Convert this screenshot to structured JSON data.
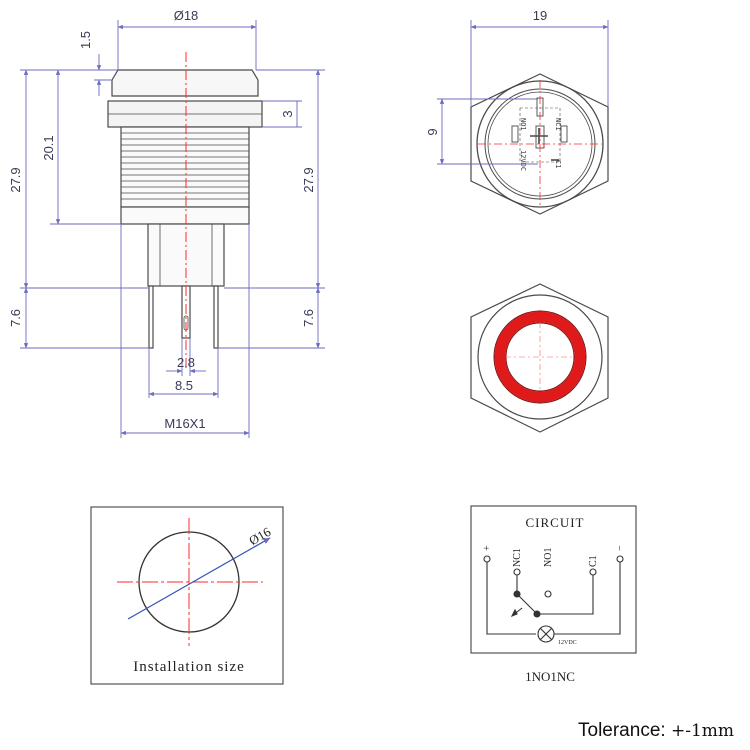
{
  "side_view": {
    "dia_label": "Ø18",
    "flange_label": "1.5",
    "nut_label": "3",
    "thread_len_label": "20.1",
    "body_len_left": "27.9",
    "body_len_right": "27.9",
    "pin_len_left": "7.6",
    "pin_len_right": "7.6",
    "pin_width_label": "2.8",
    "pin_span_label": "8.5",
    "thread_label": "M16X1"
  },
  "rear_view": {
    "width_label": "19",
    "height_label": "9",
    "terminal_codes": [
      "NO1",
      "NC1",
      "C1",
      "12VDC"
    ]
  },
  "front_view": {
    "ring_color": "#e0191b"
  },
  "install": {
    "dia_label": "Ø16",
    "caption": "Installation size"
  },
  "circuit": {
    "title": "CIRCUIT",
    "terminals": [
      "+",
      "NC1",
      "NO1",
      "C1",
      "−"
    ],
    "lamp_label": "12VDC",
    "caption": "1NO1NC"
  },
  "footer": {
    "tolerance_label": "Tolerance:",
    "tolerance_value": "+-1mm"
  },
  "colors": {
    "outline": "#4a4a4a",
    "dimension": "#6b6bbf",
    "centerline": "#ff2a2a",
    "axis_blue": "#3552b8"
  }
}
